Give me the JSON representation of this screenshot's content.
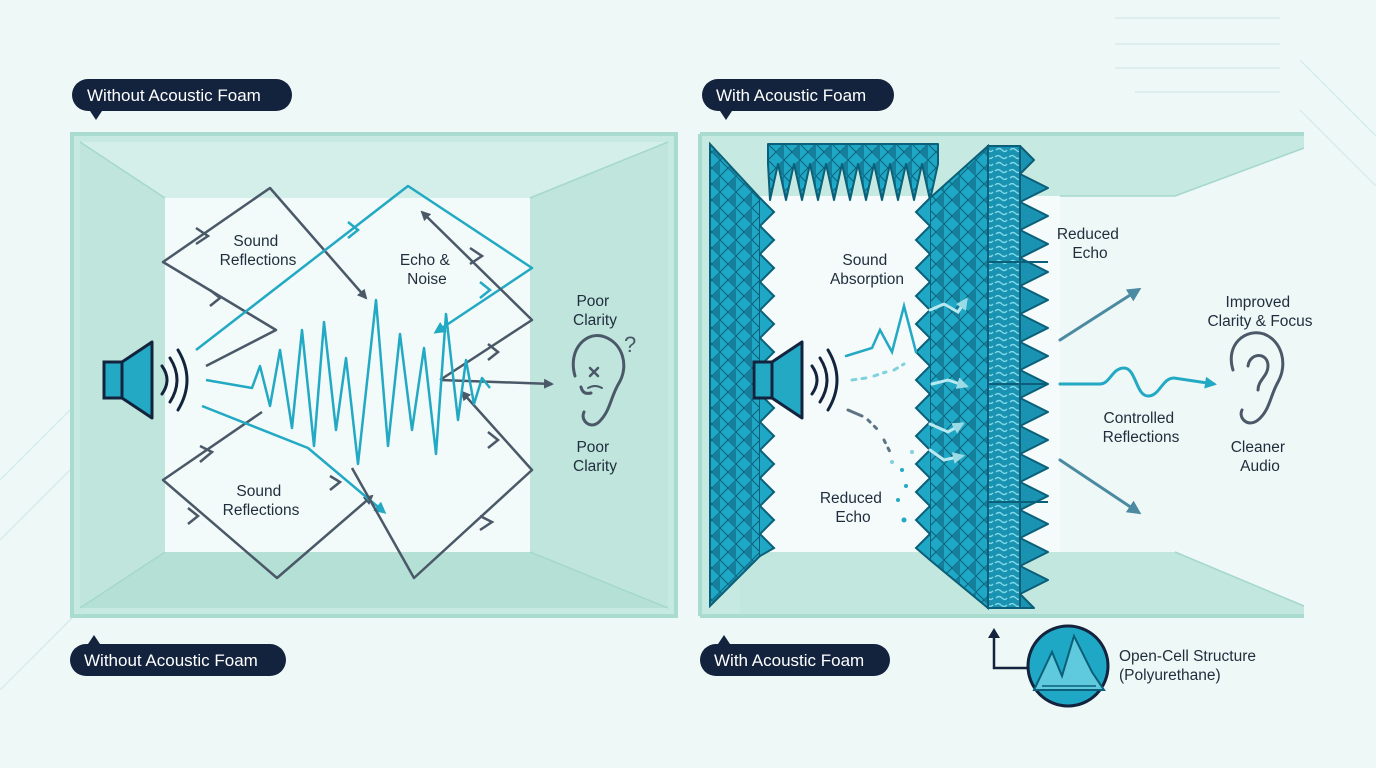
{
  "left_panel": {
    "title_top": "Without Acoustic Foam",
    "title_bottom": "Without Acoustic Foam",
    "labels": {
      "sound_reflections_top": [
        "Sound",
        "Reflections"
      ],
      "echo_noise": [
        "Echo &",
        "Noise"
      ],
      "poor_clarity_top": [
        "Poor",
        "Clarity"
      ],
      "poor_clarity_bottom": [
        "Poor",
        "Clarity"
      ],
      "sound_reflections_bottom": [
        "Sound",
        "Reflections"
      ]
    },
    "question_mark": "?"
  },
  "right_panel": {
    "title_top": "With Acoustic Foam",
    "title_bottom": "With Acoustic Foam",
    "labels": {
      "sound_absorption": [
        "Sound",
        "Absorption"
      ],
      "reduced_echo_left": [
        "Reduced",
        "Echo"
      ],
      "reduced_echo_top": [
        "Reduced",
        "Echo"
      ],
      "improved_clarity": [
        "Improved",
        "Clarity & Focus"
      ],
      "controlled_reflections": [
        "Controlled",
        "Reflections"
      ],
      "cleaner_audio": [
        "Cleaner",
        "Audio"
      ],
      "open_cell": [
        "Open-Cell Structure",
        "(Polyurethane)"
      ]
    }
  },
  "colors": {
    "navy": "#13233d",
    "teal": "#23a9c4",
    "foam": "#1ea8c6",
    "slate": "#4a5868",
    "room_wall": "#c6e9e1",
    "room_inner": "#f2fbf9"
  },
  "icons": [
    "speaker-icon",
    "ear-icon",
    "confused-ear-icon",
    "foam-cross-section-icon"
  ]
}
